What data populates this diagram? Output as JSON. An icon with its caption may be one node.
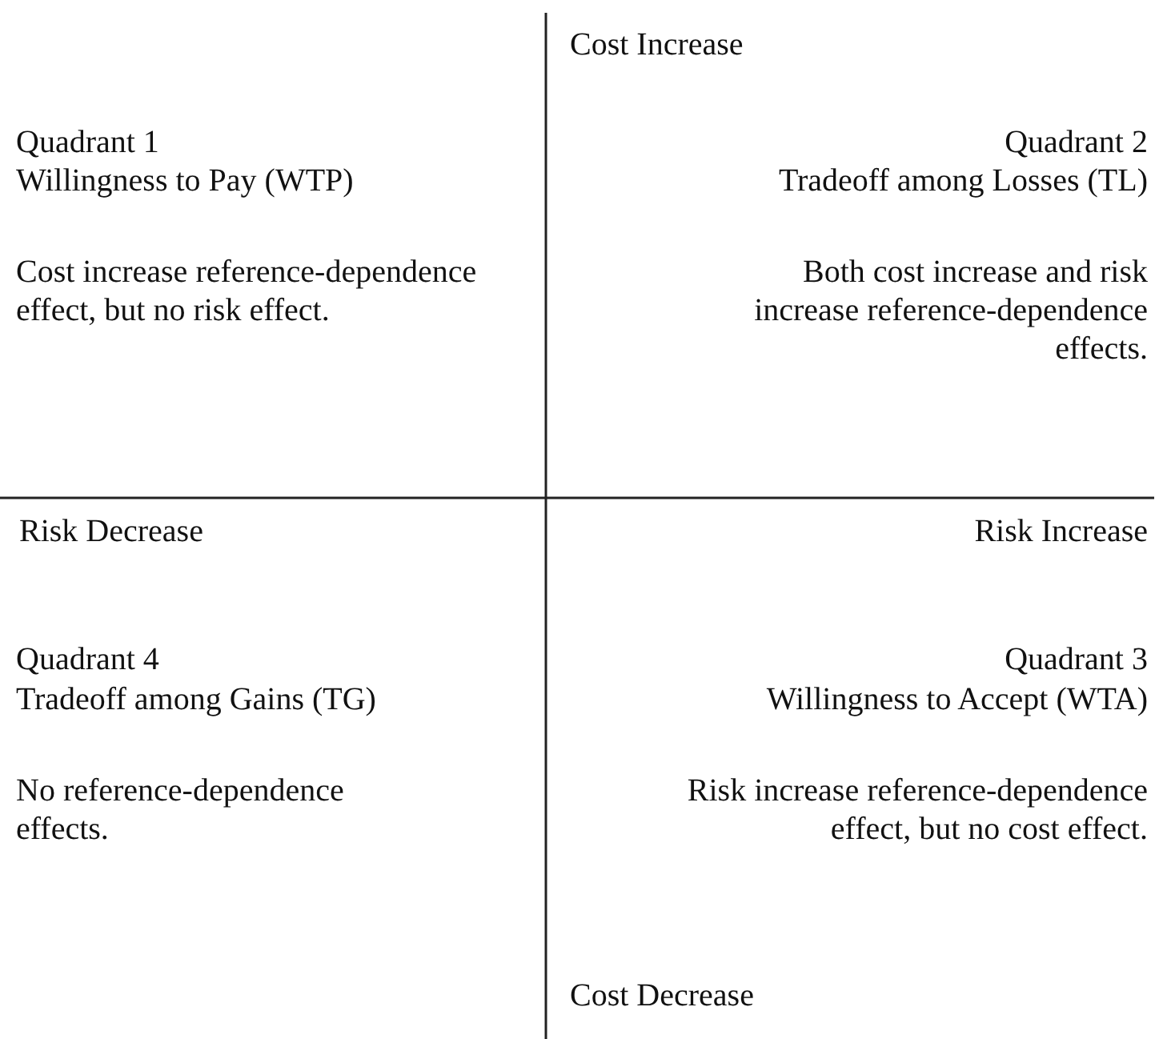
{
  "diagram": {
    "labels": [
      "Cost Increase",
      "Quadrant 1",
      "Willingness to Pay (WTP)",
      "Quadrant 2",
      "Tradeoff among Losses (TL)",
      "Cost increase reference-dependence effect, but no risk effect.",
      "Both cost increase and risk increase reference-dependence effects.",
      "Risk Decrease",
      "Risk Increase",
      "Quadrant 4",
      "Tradeoff among Gains (TG)",
      "Quadrant 3",
      "Willingness to Accept (WTA)",
      "No reference-dependence effects.",
      "Risk increase reference-dependence effect, but no cost effect.",
      "Cost Decrease"
    ]
  }
}
